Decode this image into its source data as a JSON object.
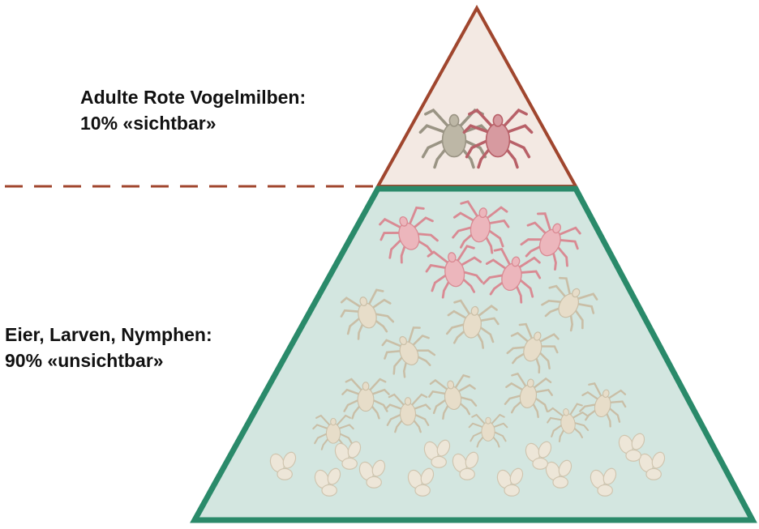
{
  "top_label": {
    "line1": "Adulte Rote Vogelmilben:",
    "line2": "10% «sichtbar»"
  },
  "bottom_label": {
    "line1": "Eier, Larven, Nymphen:",
    "line2": "90% «unsichtbar»"
  },
  "colors": {
    "top_outline": "#a0462e",
    "top_fill": "#f3e9e3",
    "bottom_outline": "#2a8a6a",
    "bottom_fill": "#d3e6e0",
    "divider": "#a0462e",
    "mite_adult_grey": "#9a9484",
    "mite_adult_red": "#b86068",
    "mite_nymph_red": "#d98a93",
    "mite_larva": "#e7ddc9",
    "egg": "#ede6d8"
  },
  "icons": {
    "adult_mites": [
      "grey-adult-mite-icon",
      "red-adult-mite-icon"
    ],
    "nymph_mites": "red-nymph-mite-icon",
    "larva_mites": "pale-larva-mite-icon",
    "eggs": "egg-cluster-icon"
  }
}
